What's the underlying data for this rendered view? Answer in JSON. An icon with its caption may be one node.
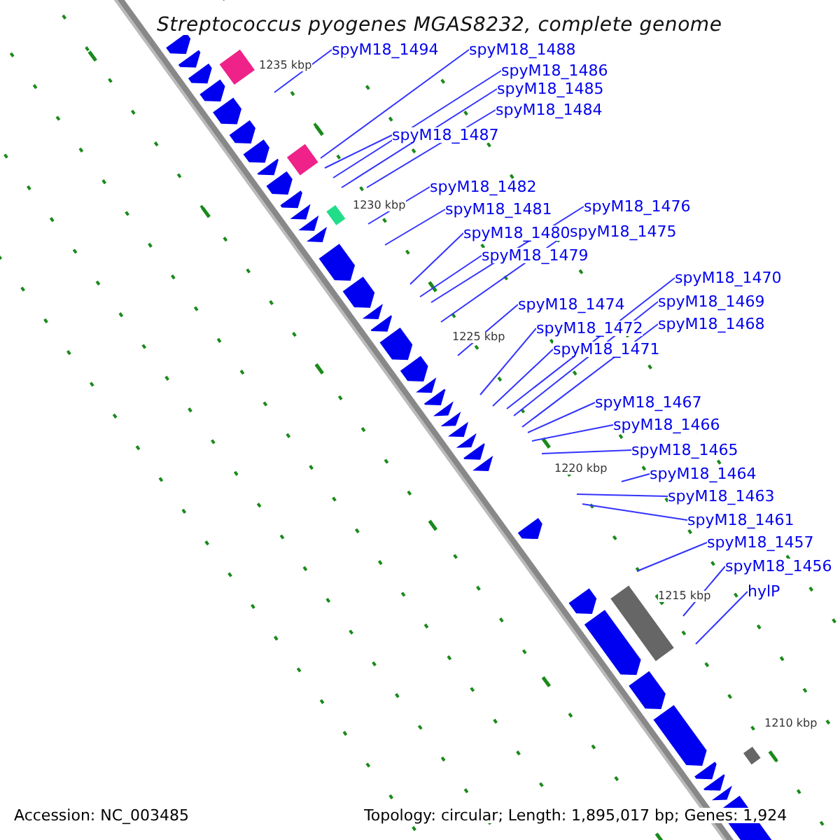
{
  "diagram": {
    "title": "Streptococcus pyogenes MGAS8232, complete genome",
    "nodes": [
      {
        "text": [
          "spyM18_1494"
        ]
      },
      {
        "text": [
          "spyM18_1488"
        ]
      },
      {
        "text": [
          "spyM18_1486"
        ]
      },
      {
        "text": [
          "spyM18_1485"
        ]
      },
      {
        "text": [
          "spyM18_1484"
        ]
      },
      {
        "text": [
          "spyM18_1487"
        ]
      },
      {
        "text": [
          "spyM18_1482"
        ]
      },
      {
        "text": [
          "spyM18_1476"
        ]
      },
      {
        "text": [
          "spyM18_1481"
        ]
      },
      {
        "text": [
          "spyM18_1475"
        ]
      },
      {
        "text": [
          "spyM18_1480"
        ]
      },
      {
        "text": [
          "spyM18_1479"
        ]
      },
      {
        "text": [
          "spyM18_1470"
        ]
      },
      {
        "text": [
          "spyM18_1469"
        ]
      },
      {
        "text": [
          "spyM18_1474"
        ]
      },
      {
        "text": [
          "spyM18_1468"
        ]
      },
      {
        "text": [
          "spyM18_1472"
        ]
      },
      {
        "text": [
          "spyM18_1471"
        ]
      },
      {
        "text": [
          "spyM18_1467"
        ]
      },
      {
        "text": [
          "spyM18_1466"
        ]
      },
      {
        "text": [
          "spyM18_1465"
        ]
      },
      {
        "text": [
          "spyM18_1464"
        ]
      },
      {
        "text": [
          "spyM18_1463"
        ]
      },
      {
        "text": [
          "spyM18_1461"
        ]
      },
      {
        "text": [
          "spyM18_1457"
        ]
      },
      {
        "text": [
          "spyM18_1456"
        ]
      },
      {
        "text": [
          "hylP"
        ]
      }
    ],
    "edges": [
      {
        "from": 0,
        "to": null,
        "arrow": "none"
      },
      {
        "from": 1,
        "to": null,
        "arrow": "none"
      },
      {
        "from": 2,
        "to": null,
        "arrow": "none"
      },
      {
        "from": 3,
        "to": null,
        "arrow": "none"
      },
      {
        "from": 4,
        "to": null,
        "arrow": "none"
      },
      {
        "from": 5,
        "to": null,
        "arrow": "none"
      },
      {
        "from": 6,
        "to": null,
        "arrow": "none"
      },
      {
        "from": 7,
        "to": null,
        "arrow": "none"
      },
      {
        "from": 8,
        "to": null,
        "arrow": "none"
      },
      {
        "from": 9,
        "to": null,
        "arrow": "none"
      },
      {
        "from": 10,
        "to": null,
        "arrow": "none"
      },
      {
        "from": 11,
        "to": null,
        "arrow": "none"
      },
      {
        "from": 12,
        "to": null,
        "arrow": "none"
      },
      {
        "from": 13,
        "to": null,
        "arrow": "none"
      },
      {
        "from": 14,
        "to": null,
        "arrow": "none"
      },
      {
        "from": 15,
        "to": null,
        "arrow": "none"
      },
      {
        "from": 16,
        "to": null,
        "arrow": "none"
      },
      {
        "from": 17,
        "to": null,
        "arrow": "none"
      },
      {
        "from": 18,
        "to": null,
        "arrow": "none"
      },
      {
        "from": 19,
        "to": null,
        "arrow": "none"
      },
      {
        "from": 20,
        "to": null,
        "arrow": "none"
      },
      {
        "from": 21,
        "to": null,
        "arrow": "none"
      },
      {
        "from": 22,
        "to": null,
        "arrow": "none"
      },
      {
        "from": 23,
        "to": null,
        "arrow": "none"
      },
      {
        "from": 24,
        "to": null,
        "arrow": "none"
      },
      {
        "from": 25,
        "to": null,
        "arrow": "none"
      },
      {
        "from": 26,
        "to": null,
        "arrow": "none"
      }
    ],
    "labels": [
      "1235 kbp",
      "1230 kbp",
      "1225 kbp",
      "1220 kbp",
      "1215 kbp",
      "1210 kbp",
      "Accession: NC_003485",
      "Topology: circular; Length: 1,895,017 bp; Genes: 1,924"
    ]
  }
}
